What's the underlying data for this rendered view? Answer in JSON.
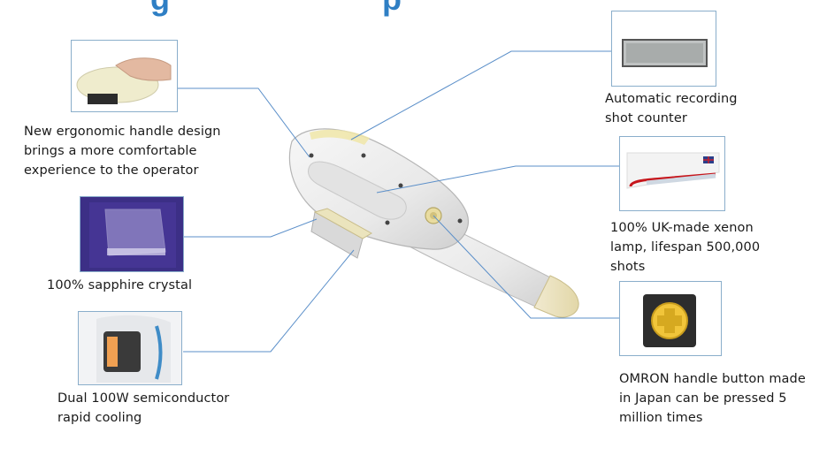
{
  "captions": {
    "ergonomic": [
      "New ergonomic handle design",
      "brings a more comfortable",
      "experience to the operator"
    ],
    "sapphire": [
      "100% sapphire crystal"
    ],
    "cooling": [
      "Dual 100W semiconductor",
      "rapid cooling"
    ],
    "counter": [
      "Automatic recording",
      "shot counter"
    ],
    "lamp": [
      "100% UK-made xenon",
      "lamp, lifespan 500,000",
      "shots"
    ],
    "button": [
      "OMRON handle button made",
      "in Japan can be pressed 5",
      "million times"
    ]
  },
  "colors": {
    "callout_line": "#5b8fc9",
    "frame_border": "#8aaecb",
    "title_blue": "#2f7fc4"
  }
}
